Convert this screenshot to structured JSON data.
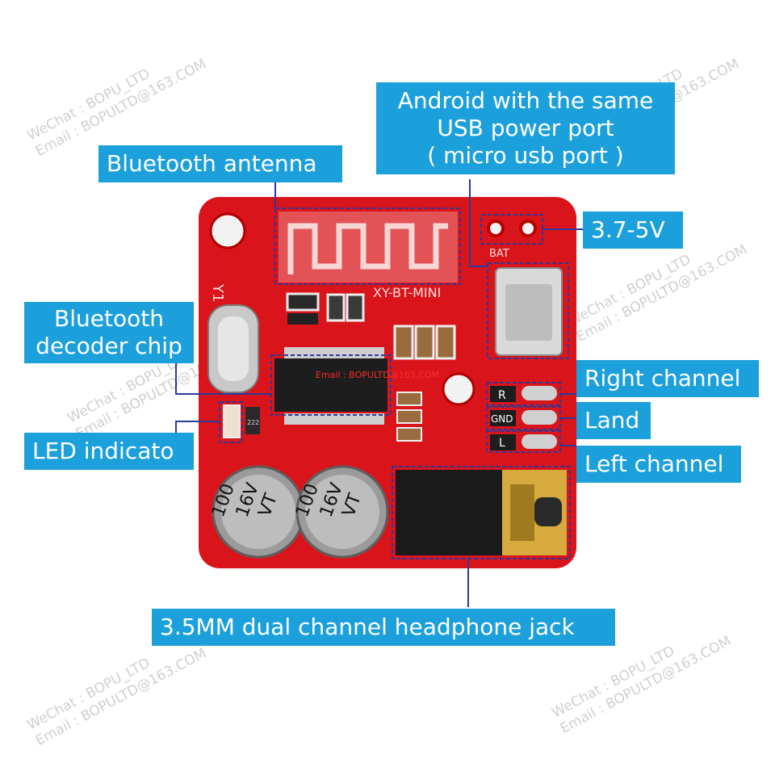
{
  "labels": {
    "bluetooth_antenna": "Bluetooth antenna",
    "usb_port_line1": "Android with the same",
    "usb_port_line2": "USB power port",
    "usb_port_line3": "( micro usb port )",
    "voltage": "3.7-5V",
    "decoder_chip_line1": "Bluetooth",
    "decoder_chip_line2": "decoder chip",
    "led_indicator": "LED indicato",
    "right_channel": "Right channel",
    "land": "Land",
    "left_channel": "Left channel",
    "headphone_jack": "3.5MM dual channel headphone jack"
  },
  "board": {
    "model": "XY-BT-MINI",
    "bat": "BAT",
    "y1": "Y1",
    "pad_r": "R",
    "pad_gnd": "GND",
    "pad_l": "L",
    "cap_text_1": "100",
    "cap_text_2": "16V",
    "cap_text_3": "VT",
    "chip_overlay": "Email : BOPULTD@163.COM",
    "led_code": "222"
  },
  "watermark": {
    "line1": "WeChat : BOPU_LTD",
    "line2": "Email : BOPULTD@163.COM"
  },
  "colors": {
    "label_bg": "#1ca0dc",
    "board_red": "#d9151b",
    "leader": "#2b3a9a"
  }
}
